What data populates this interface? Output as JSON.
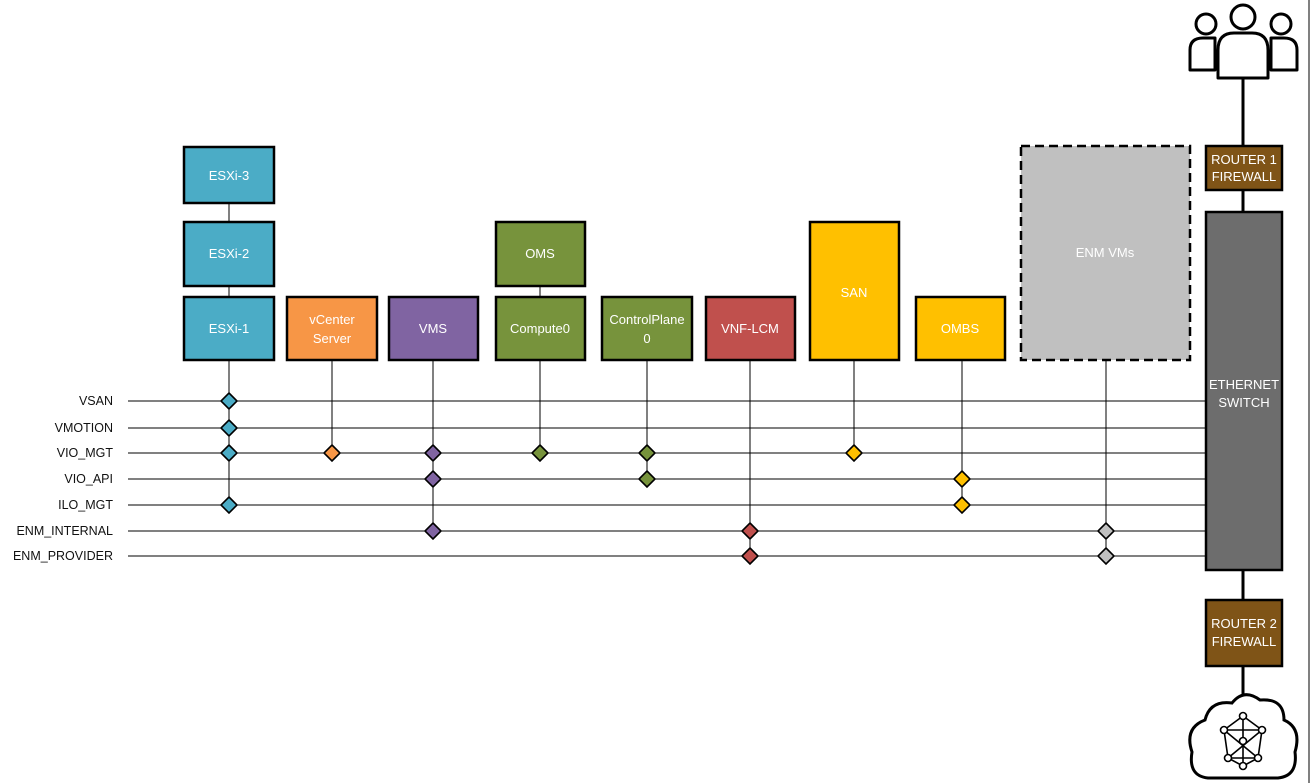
{
  "networks": [
    "VSAN",
    "VMOTION",
    "VIO_MGT",
    "VIO_API",
    "ILO_MGT",
    "ENM_INTERNAL",
    "ENM_PROVIDER"
  ],
  "nodes": {
    "esxi3": [
      "ESXi-3"
    ],
    "esxi2": [
      "ESXi-2"
    ],
    "esxi1": [
      "ESXi-1"
    ],
    "vcenter": [
      "vCenter",
      "Server"
    ],
    "vms": [
      "VMS"
    ],
    "oms": [
      "OMS"
    ],
    "compute0": [
      "Compute0"
    ],
    "controlplane": [
      "ControlPlane",
      "0"
    ],
    "vnflcm": [
      "VNF-LCM"
    ],
    "san": [
      "SAN"
    ],
    "ombs": [
      "OMBS"
    ],
    "enmvms": [
      "ENM VMs"
    ]
  },
  "infrastructure": {
    "router1": [
      "ROUTER 1",
      "FIREWALL"
    ],
    "switch": [
      "ETHERNET",
      "SWITCH"
    ],
    "router2": [
      "ROUTER 2",
      "FIREWALL"
    ]
  },
  "icons": [
    "users-icon",
    "network-cloud-icon"
  ],
  "colors": {
    "esxi": "#4BACC6",
    "vcenter": "#F79646",
    "vms": "#8064A2",
    "oms": "#77933C",
    "vnflcm": "#C0504D",
    "san": "#FFC000",
    "enmvms": "#C0C0C0",
    "router": "#7F5417",
    "switch": "#6D6D6D"
  }
}
